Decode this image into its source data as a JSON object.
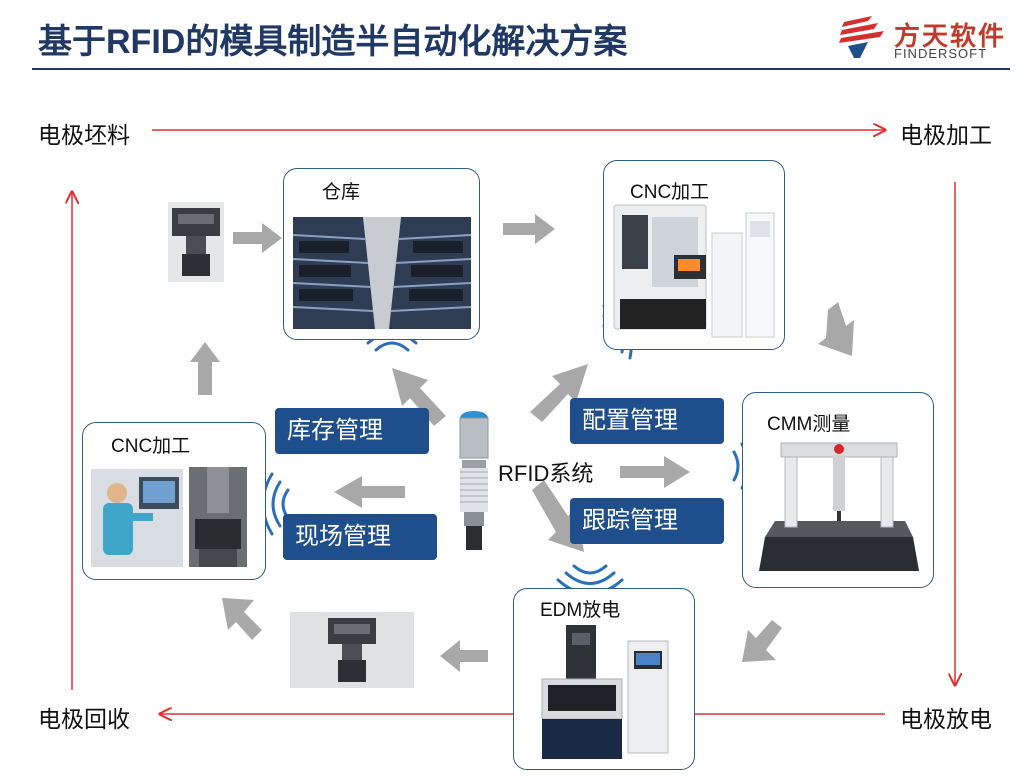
{
  "title": "基于RFID的模具制造半自动化解决方案",
  "logo": {
    "name_cn": "方天软件",
    "name_en": "FINDERSOFT",
    "icon": "findersoft-logo-icon"
  },
  "corners": {
    "top_left": "电极坯料",
    "top_right": "电极加工",
    "bottom_left": "电极回收",
    "bottom_right": "电极放电"
  },
  "cards": {
    "warehouse": "仓库",
    "cnc_top": "CNC加工",
    "cmm": "CMM测量",
    "edm": "EDM放电",
    "cnc_left": "CNC加工"
  },
  "modules": {
    "inventory": "库存管理",
    "config": "配置管理",
    "tracking": "跟踪管理",
    "field": "现场管理"
  },
  "center_label": "RFID系统",
  "colors": {
    "flow_red": "#e03030",
    "module_blue": "#1f4e8c",
    "title_navy": "#1f3864",
    "wave_blue": "#2a6fb8",
    "gray_arrow": "#a8a8a8"
  }
}
